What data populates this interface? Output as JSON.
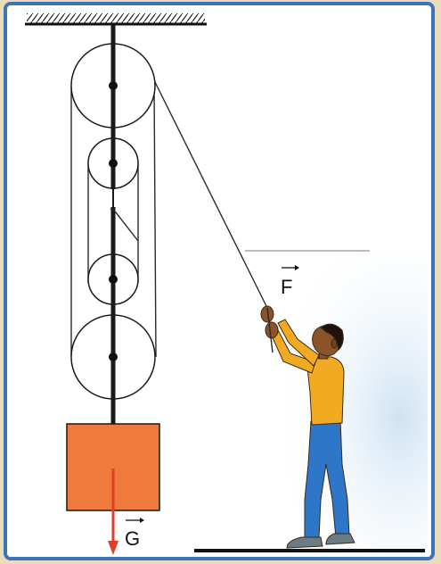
{
  "labels": {
    "force": "F",
    "weight": "G"
  },
  "colors": {
    "border": "#3d74b8",
    "panel": "#ffffff",
    "outer": "#e9dcbc",
    "block": "#ee7a3b",
    "weight_arrow": "#e23d2a",
    "shirt": "#f2aa22",
    "jeans": "#2e77c8",
    "skin": "#8a5328",
    "hair": "#1e120a",
    "shoes": "#6a7d86",
    "sky": "#dbeaf6"
  },
  "icons": [
    "ceiling-hatch",
    "pulley-block",
    "vector-arrow"
  ]
}
